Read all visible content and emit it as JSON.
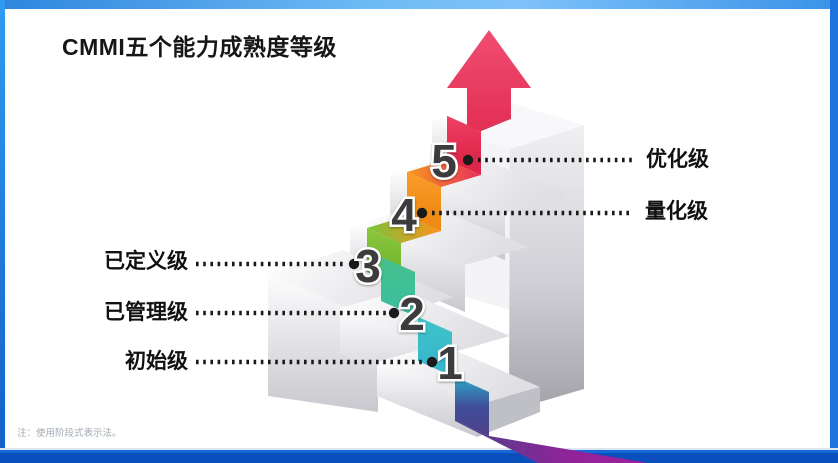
{
  "slide": {
    "title": "CMMI五个能力成熟度等级",
    "footnote": "注：使用阶段式表示法。"
  },
  "levels": [
    {
      "number": "1",
      "label": "初始级",
      "side": "left",
      "color": "#35b4c9"
    },
    {
      "number": "2",
      "label": "已管理级",
      "side": "left",
      "color": "#3dbf9a"
    },
    {
      "number": "3",
      "label": "已定义级",
      "side": "left",
      "color": "#7dc13a"
    },
    {
      "number": "4",
      "label": "量化级",
      "side": "right",
      "color": "#f7941e"
    },
    {
      "number": "5",
      "label": "优化级",
      "side": "right",
      "color": "#e8345a"
    }
  ],
  "ribbon": {
    "bottom_color": "#9b249c",
    "purple_color": "#584591",
    "cyan_color": "#35b4c9",
    "teal_color": "#3dbf9a",
    "green_color": "#7dc13a",
    "orange_color": "#f7941e",
    "red_color": "#e8345a",
    "arrow_icon": "up-arrow"
  },
  "frame": {
    "top_color": "#3a92e8",
    "top_highlight": "#7ec2fa",
    "side_color": "#1b74e0",
    "bottom_color": "#0b4fbc"
  },
  "connector": {
    "style": "dotted",
    "dot_color": "#1a1a1a"
  }
}
